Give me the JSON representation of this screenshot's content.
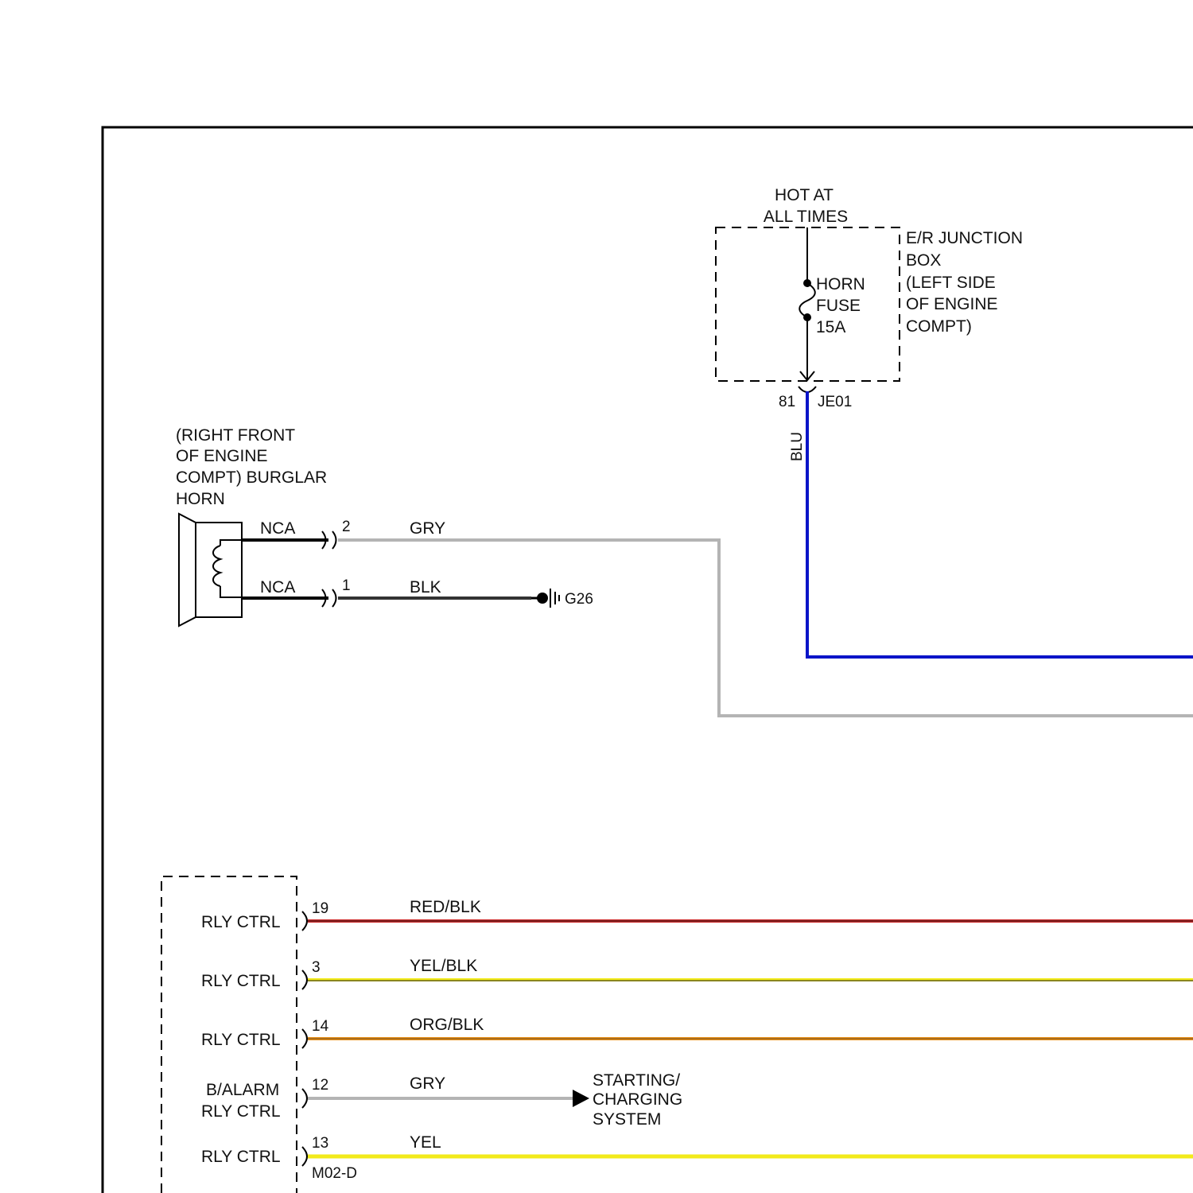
{
  "power": {
    "line1": "HOT AT",
    "line2": "ALL TIMES"
  },
  "junction_box": {
    "lines": [
      "E/R JUNCTION",
      "BOX",
      "(LEFT SIDE",
      "OF ENGINE",
      "COMPT)"
    ]
  },
  "fuse": {
    "lines": [
      "HORN",
      "FUSE",
      "15A"
    ]
  },
  "connector_je01": {
    "pin": "81",
    "name": "JE01"
  },
  "wire_blu": {
    "color_label": "BLU",
    "color_hex": "#0a14c8"
  },
  "horn": {
    "lines": [
      "(RIGHT FRONT",
      "OF ENGINE",
      "COMPT) BURGLAR",
      "HORN"
    ],
    "terminals": [
      {
        "lead": "NCA",
        "pin": "2",
        "wire": "GRY",
        "wire_hex": "#b4b4b4"
      },
      {
        "lead": "NCA",
        "pin": "1",
        "wire": "BLK",
        "wire_hex": "#333333"
      }
    ]
  },
  "ground": {
    "name": "G26"
  },
  "module": {
    "connector": "M02-D",
    "pins": [
      {
        "label": "RLY CTRL",
        "pin": "19",
        "wire": "RED/BLK",
        "main_hex": "#cc2222",
        "stripe_hex": "#222222"
      },
      {
        "label": "RLY CTRL",
        "pin": "3",
        "wire": "YEL/BLK",
        "main_hex": "#f2ea1a",
        "stripe_hex": "#222222"
      },
      {
        "label": "RLY CTRL",
        "pin": "14",
        "wire": "ORG/BLK",
        "main_hex": "#e8901a",
        "stripe_hex": "#6b4a1a"
      },
      {
        "label_line1": "B/ALARM",
        "label_line2": "RLY CTRL",
        "pin": "12",
        "wire": "GRY",
        "main_hex": "#b4b4b4"
      },
      {
        "label": "RLY CTRL",
        "pin": "13",
        "wire": "YEL",
        "main_hex": "#f2ea1a"
      }
    ]
  },
  "destination": {
    "lines": [
      "STARTING/",
      "CHARGING",
      "SYSTEM"
    ]
  }
}
